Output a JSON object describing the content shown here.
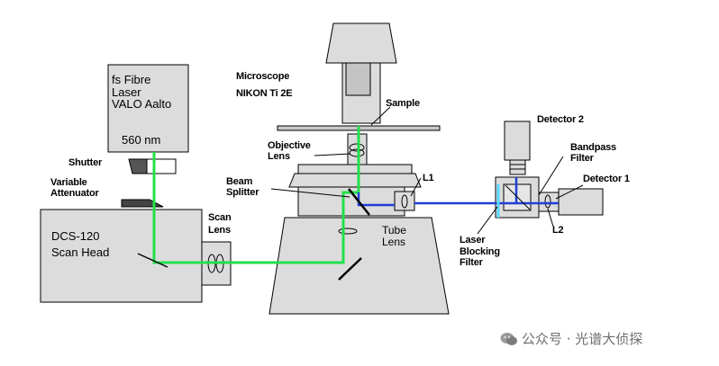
{
  "diagram": {
    "components": {
      "laser": [
        "fs Fibre",
        "Laser",
        "VALO Aalto"
      ],
      "wavelength": "560 nm",
      "scan_head": [
        "DCS-120",
        "Scan Head"
      ],
      "tube_lens": [
        "Tube",
        "Lens"
      ]
    },
    "labels": {
      "microscope": [
        "Microscope",
        "NIKON Ti 2E"
      ],
      "sample": "Sample",
      "objective": [
        "Objective",
        "Lens"
      ],
      "beam_splitter": [
        "Beam",
        "Splitter"
      ],
      "shutter": "Shutter",
      "attenuator": [
        "Variable",
        "Attenuator"
      ],
      "scan_lens": [
        "Scan",
        "Lens"
      ],
      "l1": "L1",
      "l2": "L2",
      "detector1": "Detector 1",
      "detector2": "Detector 2",
      "bandpass": [
        "Bandpass",
        "Filter"
      ],
      "blocking": [
        "Laser",
        "Blocking",
        "Filter"
      ]
    },
    "colors": {
      "excitation_beam": "#22e04a",
      "emission_beam": "#1f3fd6",
      "blocking_filter": "#5ad7ff",
      "box_fill": "#dcdcdc",
      "outline": "#000000"
    }
  },
  "watermark": {
    "icon": "wechat-icon",
    "text": "公众号 · 光谱大侦探"
  }
}
